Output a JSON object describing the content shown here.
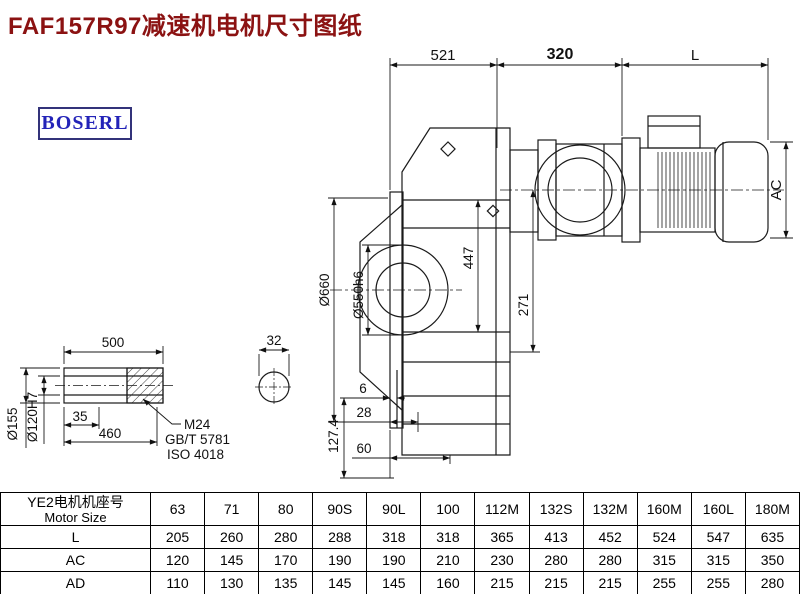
{
  "page": {
    "title": "FAF157R97减速机电机尺寸图纸",
    "logo": "BOSERL"
  },
  "drawing": {
    "dims": {
      "d521": "521",
      "d320": "320",
      "dL": "L",
      "dAC": "AC",
      "d660": "Ø660",
      "d550": "Ø550h6",
      "d447": "447",
      "d271": "271",
      "d500": "500",
      "d32": "32",
      "d35": "35",
      "d460": "460",
      "m24": "M24",
      "gbt": "GB/T 5781",
      "iso": "ISO 4018",
      "d155": "Ø155",
      "d120": "Ø120H7",
      "d6": "6",
      "d28": "28",
      "d60": "60",
      "d127": "127.4"
    }
  },
  "table": {
    "header_line1": "YE2电机机座号",
    "header_line2": "Motor Size",
    "columns": [
      "63",
      "71",
      "80",
      "90S",
      "90L",
      "100",
      "112M",
      "132S",
      "132M",
      "160M",
      "160L",
      "180M"
    ],
    "rows": [
      {
        "label": "L",
        "values": [
          "205",
          "260",
          "280",
          "288",
          "318",
          "318",
          "365",
          "413",
          "452",
          "524",
          "547",
          "635"
        ]
      },
      {
        "label": "AC",
        "values": [
          "120",
          "145",
          "170",
          "190",
          "190",
          "210",
          "230",
          "280",
          "280",
          "315",
          "315",
          "350"
        ]
      },
      {
        "label": "AD",
        "values": [
          "110",
          "130",
          "135",
          "145",
          "145",
          "160",
          "215",
          "215",
          "215",
          "255",
          "255",
          "280"
        ]
      }
    ]
  }
}
